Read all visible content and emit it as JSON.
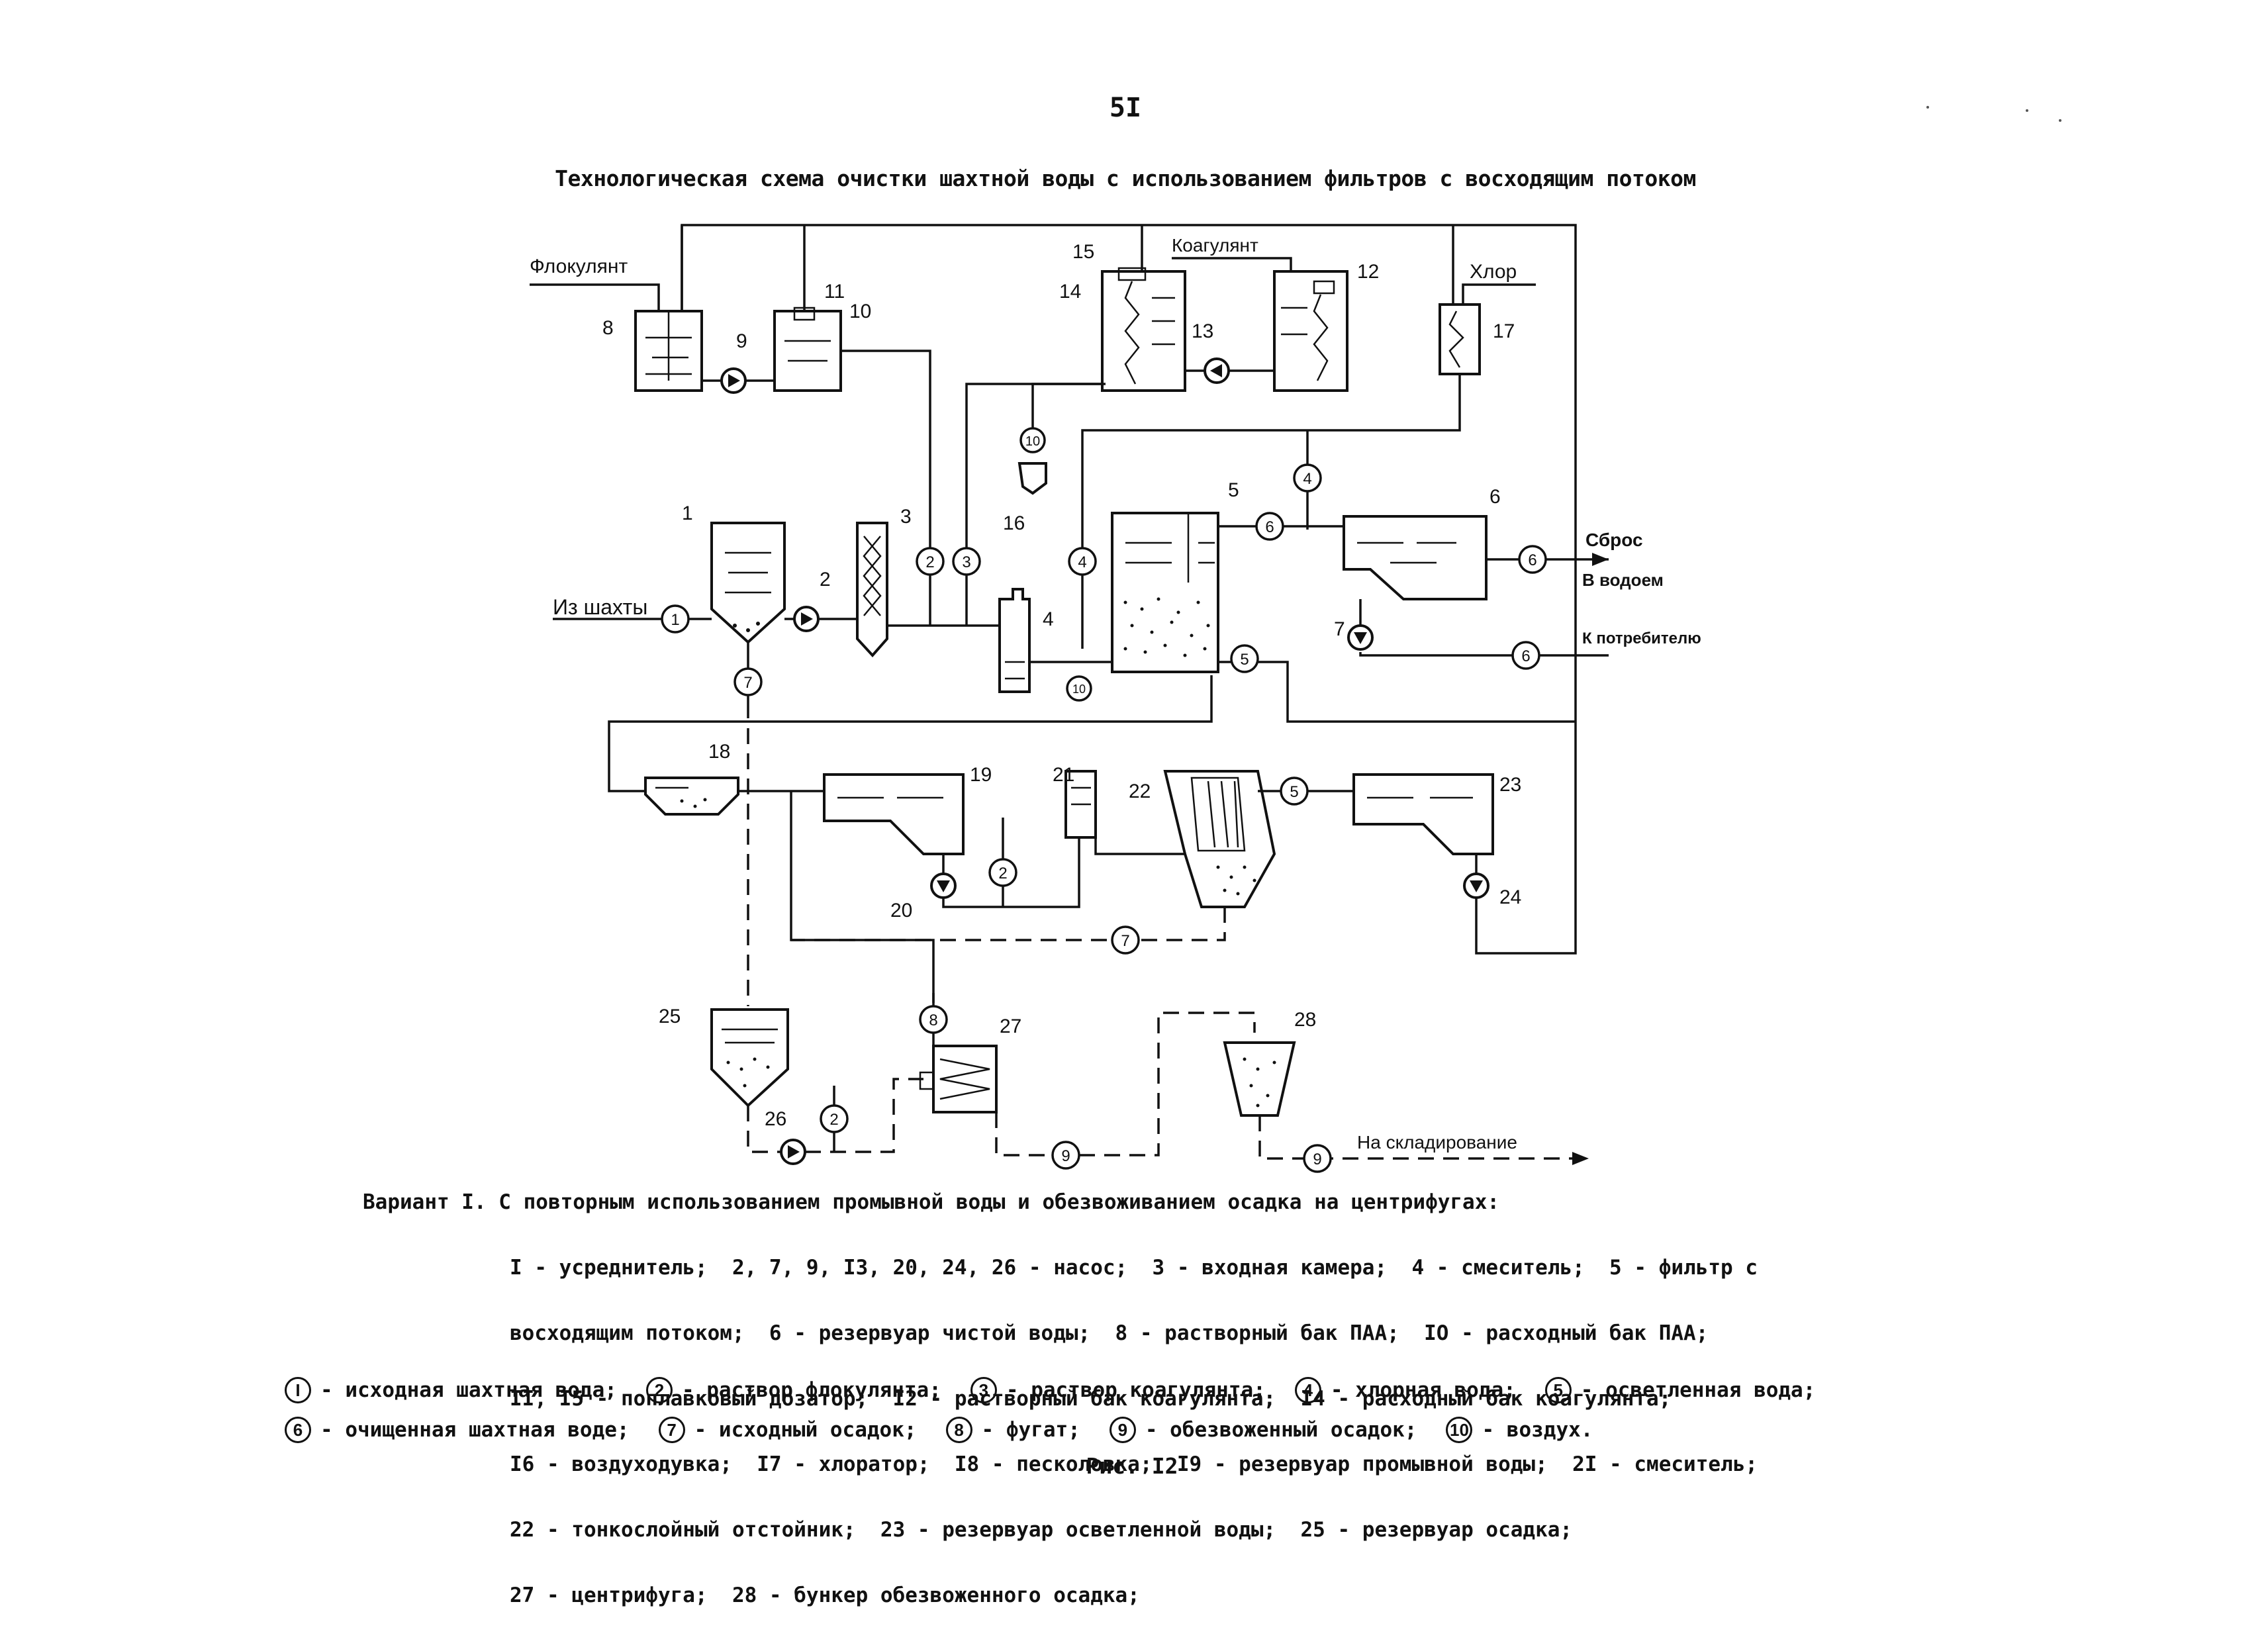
{
  "page_number": "5I",
  "title": "Технологическая схема очистки шахтной воды с использованием фильтров с восходящим потоком",
  "diagram": {
    "inputs": {
      "flocculant": "Флокулянт",
      "coagulant": "Коагулянт",
      "chlorine": "Хлор",
      "from_mine": "Из шахты"
    },
    "outputs": {
      "discharge": "Сброс",
      "to_water_body": "В водоем",
      "to_consumer": "К потребителю",
      "to_storage": "На складирование"
    },
    "unit_numbers": [
      "1",
      "2",
      "3",
      "4",
      "5",
      "6",
      "7",
      "8",
      "9",
      "10",
      "11",
      "12",
      "13",
      "14",
      "15",
      "16",
      "17",
      "18",
      "19",
      "20",
      "21",
      "22",
      "23",
      "24",
      "25",
      "26",
      "27",
      "28"
    ],
    "stream_tags": [
      "1",
      "2",
      "3",
      "4",
      "5",
      "6",
      "7",
      "8",
      "9",
      "10"
    ]
  },
  "caption": {
    "variant_line": "Вариант I. С повторным использованием промывной воды и обезвоживанием осадка на центрифугах:",
    "items": [
      "I - усреднитель;  2, 7, 9, I3, 20, 24, 26 - насос;  3 - входная камера;  4 - смеситель;  5 - фильтр с",
      "восходящим потоком;  6 - резервуар чистой воды;  8 - растворный бак ПАА;  IO - расходный бак ПАА;",
      "II, I5 - поплавковый дозатор;  I2 - растворный бак коагулянта;  I4 - расходный бак коагулянта;",
      "I6 - воздуходувка;  I7 - хлоратор;  I8 - песколовка;  I9 - резервуар промывной воды;  2I - смеситель;",
      "22 - тонкослойный отстойник;  23 - резервуар осветленной воды;  25 - резервуар осадка;",
      "27 - центрифуга;  28 - бункер обезвоженного осадка;"
    ]
  },
  "legend": {
    "row1": [
      {
        "num": "I",
        "text": "- исходная шахтная вода;"
      },
      {
        "num": "2",
        "text": "- раствор флокулянта;"
      },
      {
        "num": "3",
        "text": "- раствор коагулянта;"
      },
      {
        "num": "4",
        "text": "- хлорная вода;"
      },
      {
        "num": "5",
        "text": "- осветленная вода;"
      }
    ],
    "row2": [
      {
        "num": "6",
        "text": "- очищенная шахтная воде;"
      },
      {
        "num": "7",
        "text": "- исходный осадок;"
      },
      {
        "num": "8",
        "text": "- фугат;"
      },
      {
        "num": "9",
        "text": "- обезвоженный осадок;"
      },
      {
        "num": "10",
        "text": "- воздух."
      }
    ]
  },
  "figure_label": "Рис. I2"
}
